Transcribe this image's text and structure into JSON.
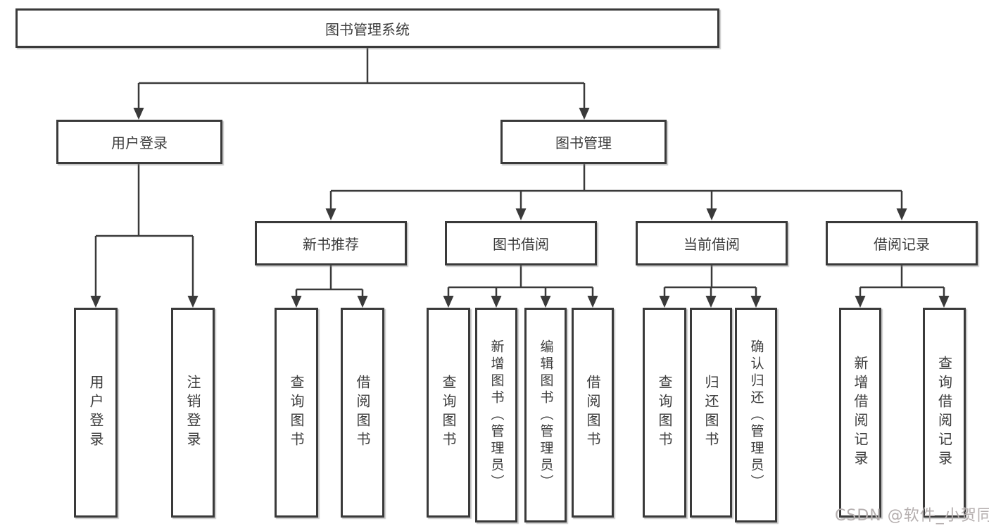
{
  "diagram": {
    "root": {
      "label": "图书管理系统"
    },
    "level2": {
      "user_login": {
        "label": "用户登录"
      },
      "book_mgmt": {
        "label": "图书管理"
      }
    },
    "level3": {
      "new_book_rec": {
        "label": "新书推荐"
      },
      "book_borrow": {
        "label": "图书借阅"
      },
      "current_borrow": {
        "label": "当前借阅"
      },
      "borrow_records": {
        "label": "借阅记录"
      }
    },
    "leaves": {
      "user_login_leaf": {
        "label": "用户登录"
      },
      "logout": {
        "label": "注销登录"
      },
      "query_book_rec": {
        "label": "查询图书"
      },
      "borrow_book_rec": {
        "label": "借阅图书"
      },
      "query_book_borrow": {
        "label": "查询图书"
      },
      "add_book_admin": {
        "label": "新增图书（管理员）"
      },
      "edit_book_admin": {
        "label": "编辑图书（管理员）"
      },
      "borrow_book_borrow": {
        "label": "借阅图书"
      },
      "query_book_current": {
        "label": "查询图书"
      },
      "return_book": {
        "label": "归还图书"
      },
      "confirm_return_admin": {
        "label": "确认归还（管理员）"
      },
      "add_borrow_record": {
        "label": "新增借阅记录"
      },
      "query_borrow_record": {
        "label": "查询借阅记录"
      }
    }
  },
  "watermark": {
    "text": "CSDN @软件_小贺同学"
  },
  "colors": {
    "line": "#3a3a3a",
    "text": "#3d3d3d",
    "background": "#ffffff",
    "watermark": "#b4aeae"
  }
}
